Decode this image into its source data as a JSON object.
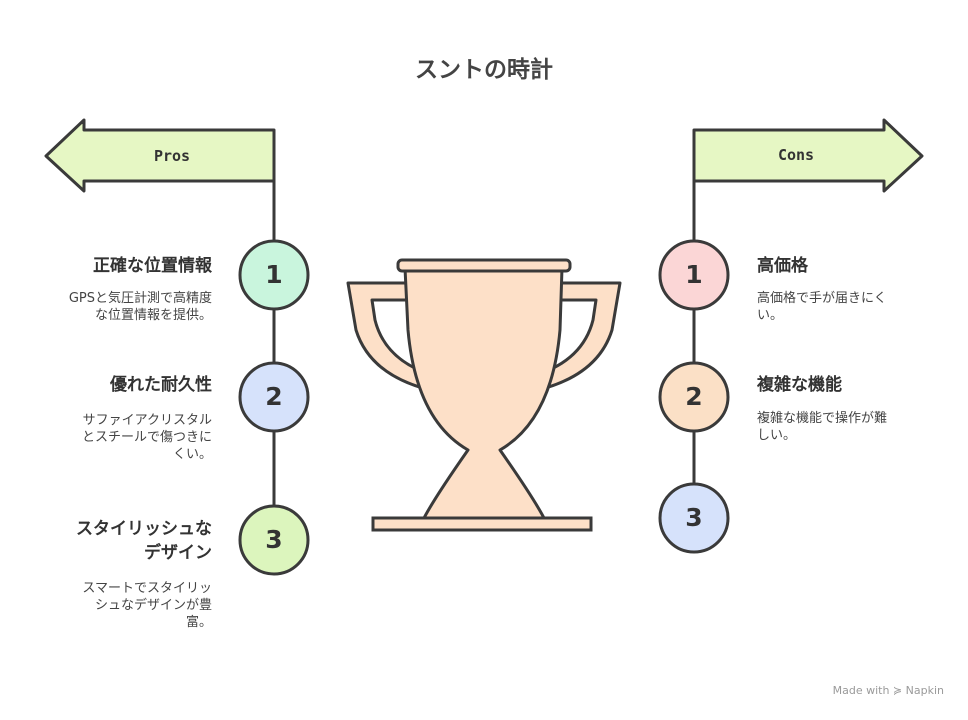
{
  "title": "スントの時計",
  "pros": {
    "label": "Pros",
    "color": "#e6f7c4",
    "items": [
      {
        "num": "1",
        "title": "正確な位置情報",
        "desc_lines": [
          "GPSと気圧計測で高精度",
          "な位置情報を提供。"
        ],
        "color": "#c9f5dd"
      },
      {
        "num": "2",
        "title": "優れた耐久性",
        "desc_lines": [
          "サファイアクリスタル",
          "とスチールで傷つきに",
          "くい。"
        ],
        "color": "#d6e2fb"
      },
      {
        "num": "3",
        "title_lines": [
          "スタイリッシュな",
          "デザイン"
        ],
        "desc_lines": [
          "スマートでスタイリッ",
          "シュなデザインが豊",
          "富。"
        ],
        "color": "#dcf5bd"
      }
    ]
  },
  "cons": {
    "label": "Cons",
    "color": "#e6f7c4",
    "items": [
      {
        "num": "1",
        "title": "高価格",
        "desc_lines": [
          "高価格で手が届きにく",
          "い。"
        ],
        "color": "#fbd6d6"
      },
      {
        "num": "2",
        "title": "複雑な機能",
        "desc_lines": [
          "複雑な機能で操作が難",
          "しい。"
        ],
        "color": "#fbe0c6"
      },
      {
        "num": "3",
        "color": "#d6e2fb"
      }
    ]
  },
  "trophy_color": "#fde0c8",
  "footer": "Made with ≽ Napkin"
}
